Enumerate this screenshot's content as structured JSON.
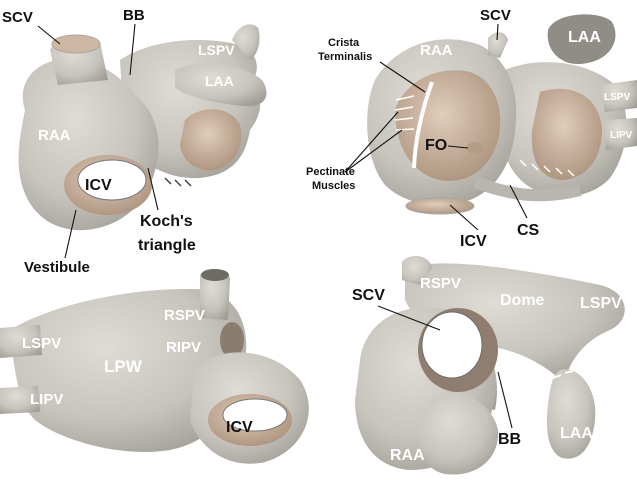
{
  "panels": {
    "top_left": {
      "labels": {
        "scv": "SCV",
        "bb": "BB",
        "lspv": "LSPV",
        "laa": "LAA",
        "raa": "RAA",
        "icv": "ICV",
        "koch_line1": "Koch's",
        "koch_line2": "triangle",
        "vestibule": "Vestibule"
      }
    },
    "top_right": {
      "labels": {
        "crista_line1": "Crista",
        "crista_line2": "Terminalis",
        "raa": "RAA",
        "scv": "SCV",
        "laa": "LAA",
        "lspv": "LSPV",
        "lipv": "LIPV",
        "fo": "FO",
        "pectinate_line1": "Pectinate",
        "pectinate_line2": "Muscles",
        "icv": "ICV",
        "cs": "CS"
      }
    },
    "bottom_left": {
      "labels": {
        "rspv": "RSPV",
        "lspv": "LSPV",
        "lpw": "LPW",
        "ripv": "RIPV",
        "lipv": "LIPV",
        "icv": "ICV"
      }
    },
    "bottom_right": {
      "labels": {
        "rspv": "RSPV",
        "dome": "Dome",
        "lspv": "LSPV",
        "scv": "SCV",
        "raa": "RAA",
        "bb": "BB",
        "laa": "LAA"
      }
    }
  },
  "colors": {
    "tissue": "#c9c7bf",
    "tissue_shade": "#a9a79f",
    "lumen": "#cdb7a3",
    "lumen_dark": "#b59c86",
    "label_white": "#ffffff",
    "label_black": "#111111"
  }
}
